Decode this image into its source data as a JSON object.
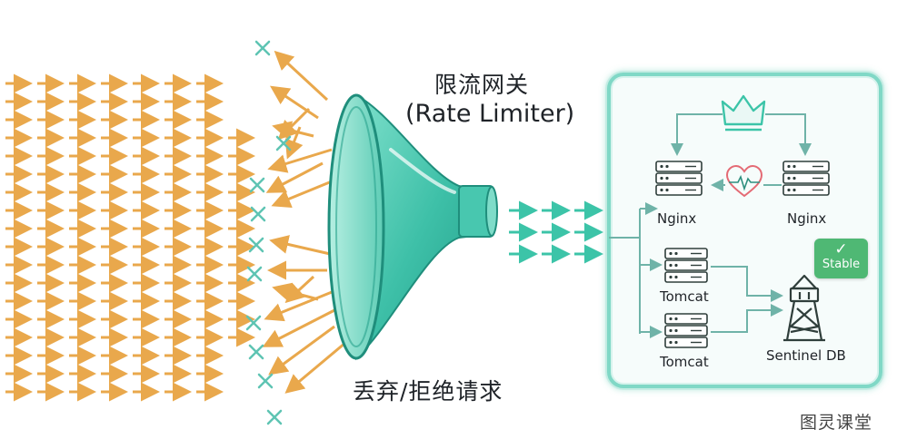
{
  "gateway": {
    "title": "限流网关",
    "subtitle": "(Rate Limiter)"
  },
  "rejected_label": "丢弃/拒绝请求",
  "cluster": {
    "nodes": {
      "nginx_left": "Nginx",
      "nginx_right": "Nginx",
      "tomcat_top": "Tomcat",
      "tomcat_bottom": "Tomcat",
      "sentinel": "Sentinel DB"
    },
    "status_badge": "Stable",
    "icons": [
      "crown-icon",
      "heartbeat-icon",
      "server-icon",
      "watchtower-icon",
      "check-icon",
      "x-mark-icon"
    ]
  },
  "brand": "图灵课堂",
  "colors": {
    "incoming": "#e9a84c",
    "teal": "#3cc4a8",
    "teal_dark": "#1f8e7c",
    "panel_border": "#6fd3bf",
    "stable": "#4fb874",
    "reject_mark": "#5ec4b3"
  }
}
